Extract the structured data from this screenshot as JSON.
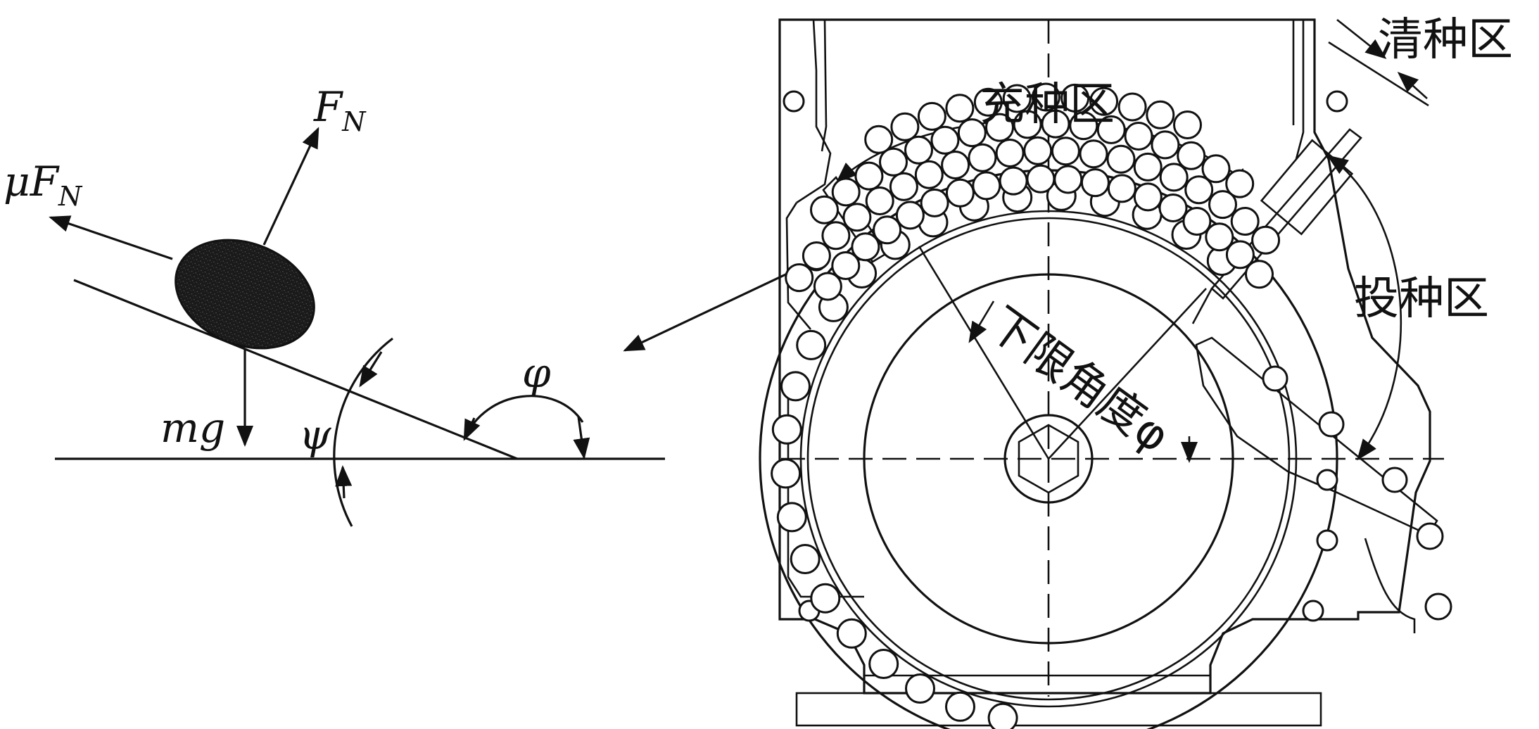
{
  "force_diagram": {
    "normal_force": {
      "symbol": "F",
      "subscript": "N"
    },
    "friction_force": {
      "prefix": "μF",
      "subscript": "N"
    },
    "gravity": "mg",
    "angle_psi": "ψ",
    "angle_phi": "φ"
  },
  "metering_device": {
    "zone_clearing": "清种区",
    "zone_filling": "充种区",
    "zone_dropping": "投种区",
    "lower_limit_angle": "下限角度φ"
  },
  "colors": {
    "ink": "#111111",
    "particle_fill": "#1a1a1a",
    "background": "#ffffff"
  }
}
